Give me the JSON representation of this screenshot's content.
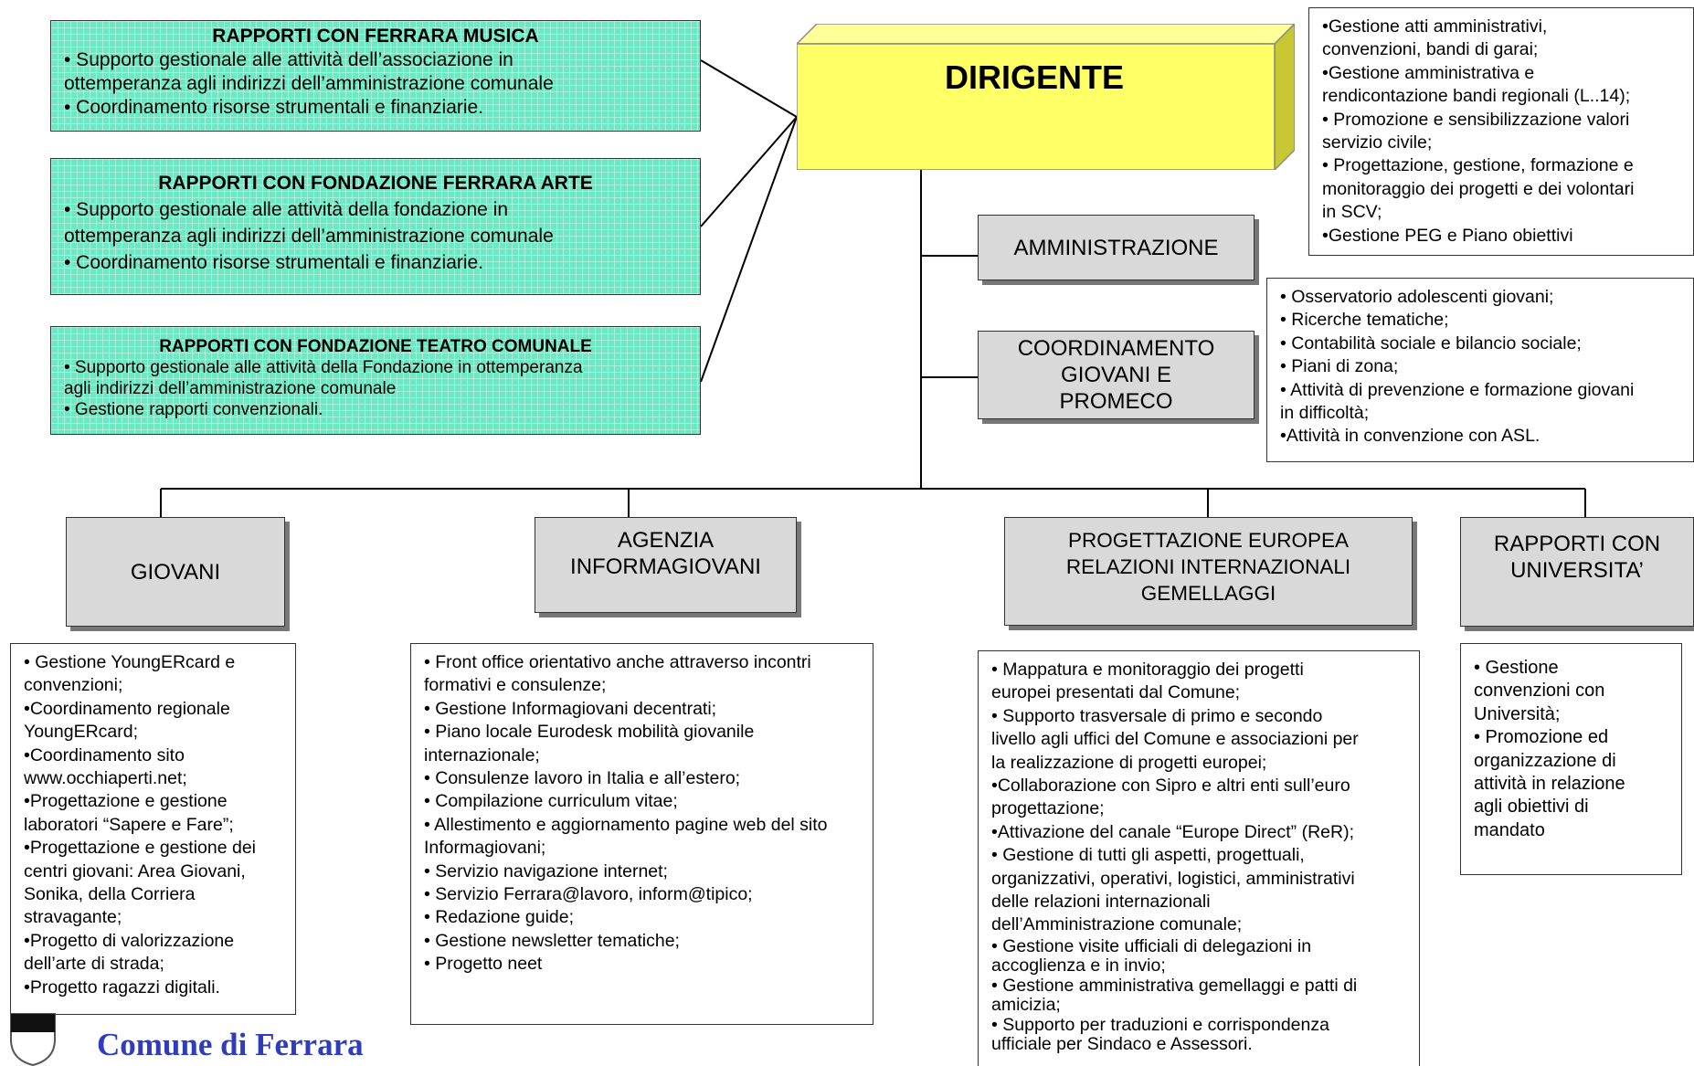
{
  "dirigente": {
    "title": "DIRIGENTE",
    "color": "#ffff66"
  },
  "staff_boxes": [
    {
      "title": "RAPPORTI CON FERRARA MUSICA",
      "lines": [
        "• Supporto gestionale alle attività dell’associazione  in",
        "ottemperanza agli indirizzi dell’amministrazione comunale",
        "• Coordinamento risorse strumentali e finanziarie."
      ]
    },
    {
      "title": "RAPPORTI CON FONDAZIONE FERRARA ARTE",
      "lines": [
        "• Supporto gestionale alle attività della fondazione in",
        "ottemperanza agli indirizzi dell’amministrazione comunale",
        "• Coordinamento risorse strumentali e finanziarie."
      ]
    },
    {
      "title": "RAPPORTI CON FONDAZIONE TEATRO COMUNALE",
      "lines": [
        "• Supporto gestionale alle attività della Fondazione  in ottemperanza",
        "agli indirizzi dell’amministrazione comunale",
        "• Gestione rapporti convenzionali."
      ]
    }
  ],
  "staff_color": "#6ee8c4",
  "amministrazione": {
    "label": "AMMINISTRAZIONE",
    "notes": [
      "•Gestione atti amministrativi,",
      "convenzioni, bandi di garai;",
      "•Gestione amministrativa e",
      "rendicontazione bandi regionali (L..14);",
      "• Promozione e sensibilizzazione valori",
      "servizio civile;",
      "• Progettazione, gestione, formazione e",
      "monitoraggio dei progetti e dei volontari",
      "in SCV;",
      "•Gestione PEG e Piano obiettivi"
    ]
  },
  "coordinamento": {
    "label": "COORDINAMENTO\nGIOVANI E\nPROMECO",
    "notes": [
      "• Osservatorio adolescenti giovani;",
      "• Ricerche tematiche;",
      "• Contabilità sociale e bilancio sociale;",
      "• Piani di zona;",
      "• Attività di prevenzione e formazione giovani",
      "in difficoltà;",
      "•Attività in convenzione con ASL."
    ]
  },
  "units": [
    {
      "label": "GIOVANI",
      "items": [
        "• Gestione YoungERcard e",
        "convenzioni;",
        "•Coordinamento regionale",
        "YoungERcard;",
        "•Coordinamento sito",
        "www.occhiaperti.net;",
        "•Progettazione e gestione",
        "laboratori “Sapere e Fare”;",
        "•Progettazione e gestione dei",
        "centri giovani: Area Giovani,",
        "Sonika, della Corriera",
        "stravagante;",
        "•Progetto di valorizzazione",
        "dell’arte di strada;",
        "•Progetto ragazzi digitali."
      ]
    },
    {
      "label": "AGENZIA\nINFORMAGIOVANI",
      "items": [
        "• Front office orientativo anche attraverso incontri",
        "formativi e consulenze;",
        "• Gestione Informagiovani decentrati;",
        "• Piano locale Eurodesk mobilità giovanile",
        "internazionale;",
        "• Consulenze lavoro in Italia e all’estero;",
        "• Compilazione curriculum vitae;",
        "• Allestimento e aggiornamento pagine web del sito",
        "Informagiovani;",
        "• Servizio navigazione internet;",
        "• Servizio Ferrara@lavoro, inform@tipico;",
        "• Redazione guide;",
        "• Gestione newsletter tematiche;",
        "• Progetto neet"
      ]
    },
    {
      "label": "PROGETTAZIONE EUROPEA\nRELAZIONI INTERNAZIONALI\nGEMELLAGGI",
      "items": [
        "• Mappatura e monitoraggio dei progetti",
        "europei presentati dal Comune;",
        "• Supporto trasversale di primo e secondo",
        "livello agli uffici del Comune e associazioni per",
        "la realizzazione di progetti europei;",
        "•Collaborazione con Sipro e altri enti sull’euro",
        "progettazione;",
        "•Attivazione del canale “Europe Direct” (ReR);",
        "• Gestione di tutti gli aspetti, progettuali,",
        "organizzativi, operativi, logistici, amministrativi",
        "delle relazioni internazionali",
        "dell’Amministrazione comunale;"
      ],
      "items_tight": [
        "• Gestione visite ufficiali di delegazioni in",
        "accoglienza e in invio;",
        "• Gestione amministrativa gemellaggi e patti di",
        "amicizia;",
        "• Supporto per traduzioni e corrispondenza",
        "ufficiale per Sindaco e Assessori."
      ]
    },
    {
      "label": "RAPPORTI CON\nUNIVERSITA’",
      "items": [
        "• Gestione",
        "convenzioni con",
        "Università;",
        "• Promozione ed",
        "organizzazione di",
        "attività in relazione",
        "agli obiettivi di",
        "mandato"
      ]
    }
  ],
  "logo": {
    "text": "Comune di Ferrara"
  }
}
